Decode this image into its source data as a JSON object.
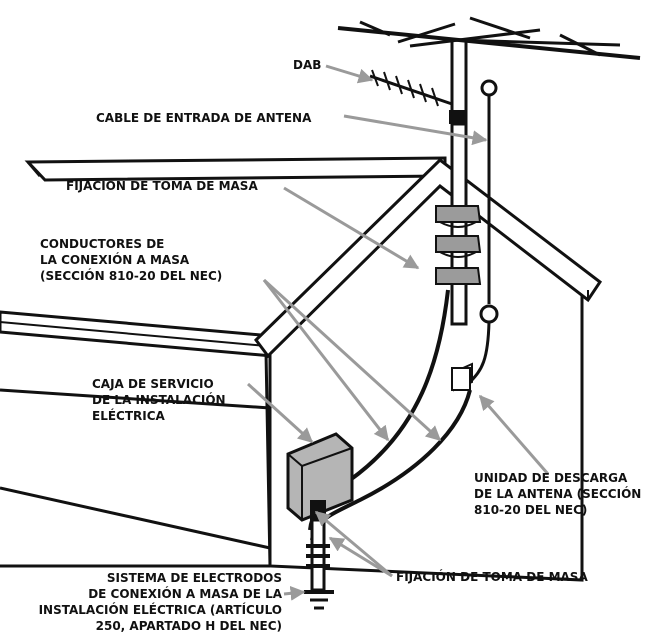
{
  "labels": {
    "dab": "DAB",
    "antenna_lead_in": "CABLE DE ENTRADA DE ANTENA",
    "ground_clamp_top": "FIJACIÓN DE TOMA DE MASA",
    "grounding_conductors": "CONDUCTORES DE\nLA CONEXIÓN A MASA\n(SECCIÓN 810-20 DEL NEC)",
    "service_box": "CAJA DE SERVICIO\nDE LA INSTALACIÓN\nELÉCTRICA",
    "discharge_unit": "UNIDAD DE DESCARGA\nDE LA ANTENA (SECCIÓN\n810-20 DEL NEC)",
    "electrode_system": "SISTEMA DE ELECTRODOS\nDE CONEXIÓN A MASA DE LA\nINSTALACIÓN ELÉCTRICA (ARTÍCULO\n250, APARTADO H DEL NEC)",
    "ground_clamp_bottom": "FIJACIÓN DE TOMA DE MASA"
  },
  "colors": {
    "ink": "#111111",
    "arrow": "#9a9a9a",
    "wall": "#ffffff",
    "box": "#b5b5b5"
  }
}
